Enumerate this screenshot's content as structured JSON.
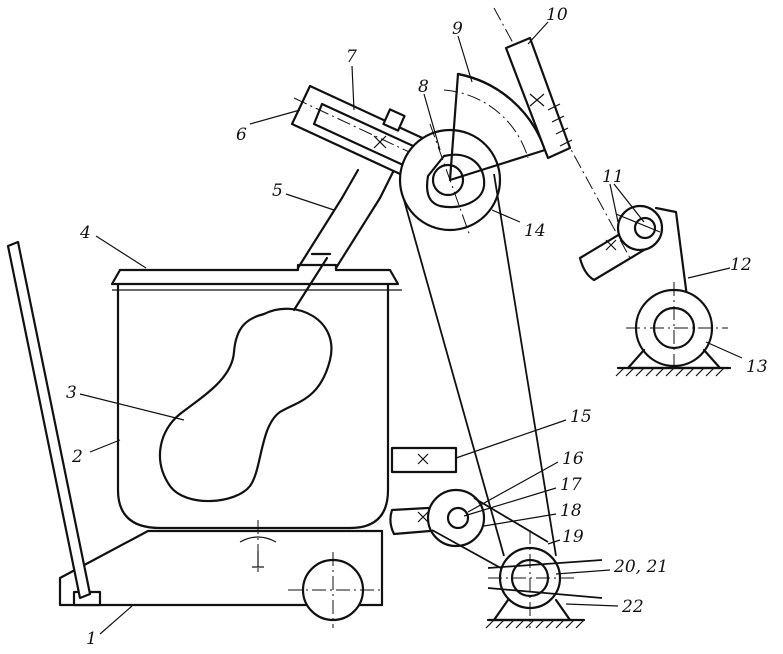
{
  "labels": {
    "l1": "1",
    "l2": "2",
    "l3": "3",
    "l4": "4",
    "l5": "5",
    "l6": "6",
    "l7": "7",
    "l8": "8",
    "l9": "9",
    "l10": "10",
    "l11": "11",
    "l12": "12",
    "l13": "13",
    "l14": "14",
    "l15": "15",
    "l16": "16",
    "l17": "17",
    "l18": "18",
    "l19": "19",
    "l20_21": "20, 21",
    "l22": "22"
  }
}
